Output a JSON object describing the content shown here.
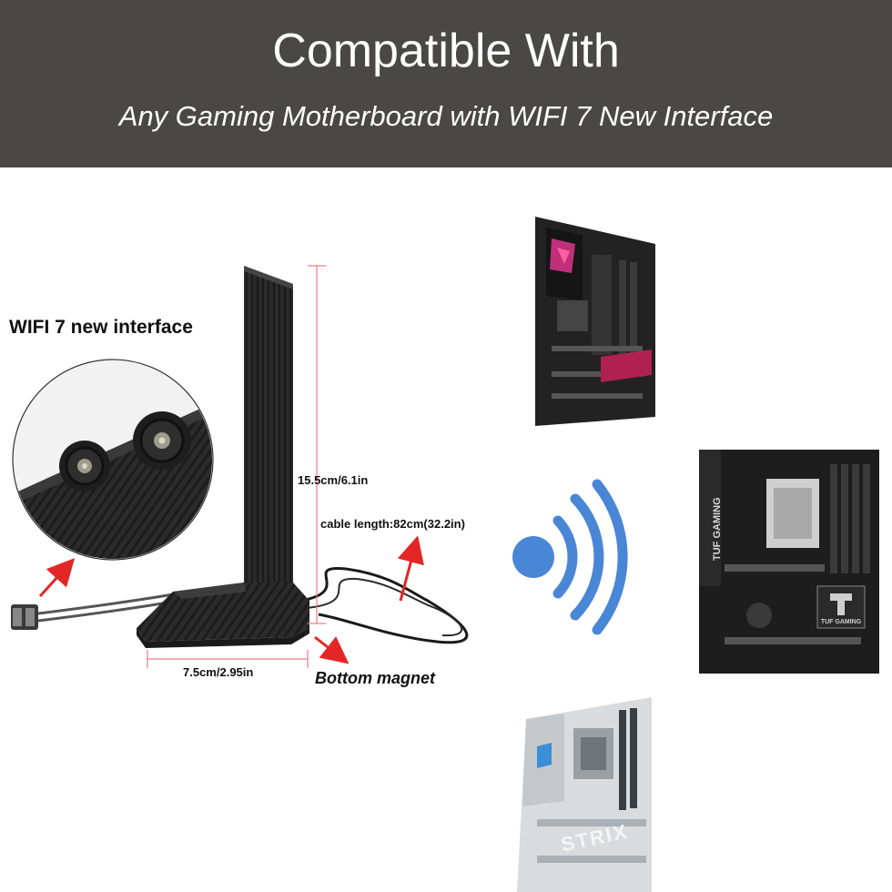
{
  "header": {
    "title": "Compatible With",
    "subtitle": "Any Gaming Motherboard with WIFI 7 New Interface"
  },
  "annotations": {
    "interface": "WIFI 7 new interface",
    "height": "15.5cm/6.1in",
    "cable_length": "cable length:82cm(32.2in)",
    "width": "7.5cm/2.95in",
    "magnet": "Bottom magnet"
  },
  "board_labels": {
    "tuf_side": "TUF GAMING",
    "tuf_badge": "TUF GAMING",
    "rog_strix": "STRIX"
  },
  "colors": {
    "header_bg": "#4a4847",
    "wifi_blue": "#4a86d6",
    "arrow_red": "#e32626",
    "dimension_pink": "#f07a86"
  },
  "icons": [
    "wifi-signal-icon",
    "arrow-icon"
  ]
}
